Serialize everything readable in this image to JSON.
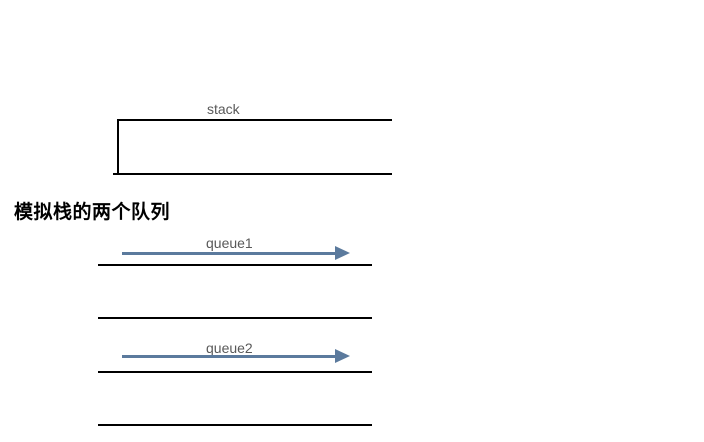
{
  "diagram": {
    "background_color": "#ffffff",
    "heading": {
      "text": "模拟栈的两个队列",
      "color": "#000000"
    },
    "colors": {
      "line": "#000000",
      "label": "#595959",
      "arrow": "#5b7a9d"
    },
    "stack": {
      "label": "stack",
      "shape": "open-ended-rectangle",
      "open_side": "right"
    },
    "queues": [
      {
        "label": "queue1",
        "arrow_direction": "right",
        "arrow_icon": "arrow-right-icon"
      },
      {
        "label": "queue2",
        "arrow_direction": "right",
        "arrow_icon": "arrow-right-icon"
      }
    ]
  }
}
